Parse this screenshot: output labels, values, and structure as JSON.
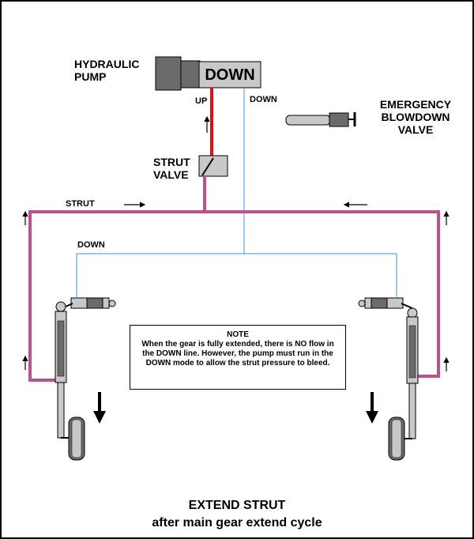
{
  "labels": {
    "pump": "HYDRAULIC\nPUMP",
    "pump_mode": "DOWN",
    "up_line": "UP",
    "down_line_top": "DOWN",
    "emergency": "EMERGENCY\nBLOWDOWN\nVALVE",
    "strut_valve": "STRUT\nVALVE",
    "strut_line": "STRUT",
    "down_line_mid": "DOWN"
  },
  "note": {
    "title": "NOTE",
    "body": "When the gear is fully extended, there is NO flow in the DOWN line. However, the pump must run in the DOWN mode to allow the strut pressure to bleed."
  },
  "caption": {
    "title": "EXTEND STRUT",
    "subtitle": "after main gear extend cycle"
  },
  "colors": {
    "strut_line": "#c0508c",
    "up_line": "#e01010",
    "down_line": "#3399dd",
    "body_dark": "#6d6d6d",
    "body_light": "#c8c8c8"
  }
}
